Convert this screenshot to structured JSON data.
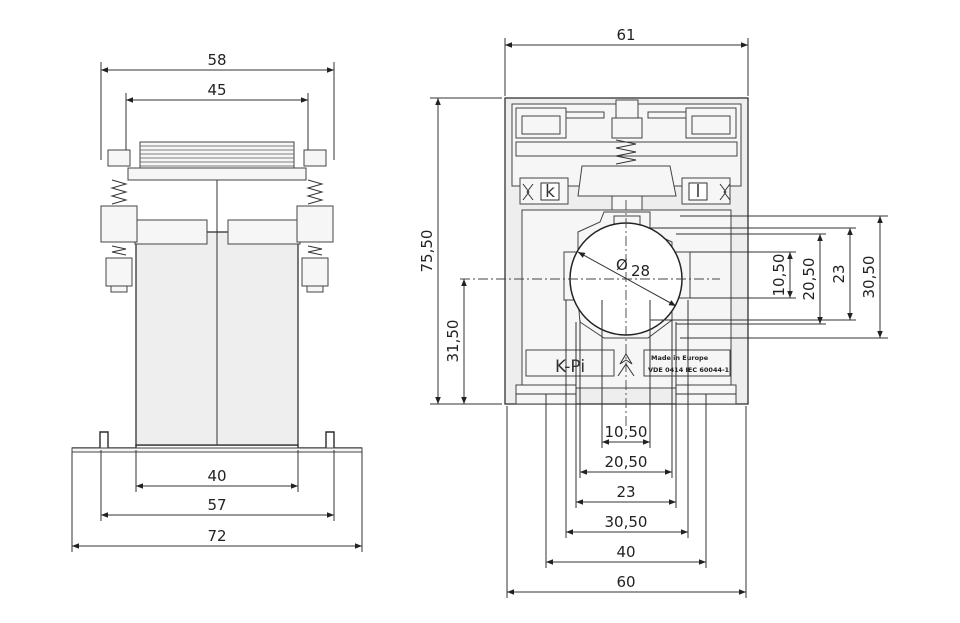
{
  "front_view": {
    "dim_top_outer": "58",
    "dim_top_inner": "45",
    "dim_base_inner": "40",
    "dim_base_mid": "57",
    "dim_base_outer": "72"
  },
  "side_view": {
    "dim_top_width": "61",
    "dim_total_height": "75,50",
    "dim_center_height": "31,50",
    "dim_diameter": "28",
    "vertical_dims": [
      "10,50",
      "20,50",
      "23",
      "30,50"
    ],
    "horizontal_dims": [
      "10,50",
      "20,50",
      "23",
      "30,50",
      "40",
      "60"
    ],
    "terminal_left": "k",
    "terminal_right": "l",
    "label_model": "K-Pi",
    "label_info_line1": "Made in Europe",
    "label_info_line2": "VDE 0414 IEC 60044-1"
  }
}
